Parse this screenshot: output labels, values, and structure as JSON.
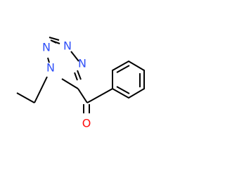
{
  "molecule": {
    "atoms": {
      "n1": "N",
      "n2": "N",
      "n3": "N",
      "n4": "N",
      "o1": "O"
    },
    "colors": {
      "bond": "#000000",
      "nitrogen": "#3050f8",
      "oxygen": "#ff0d0d"
    }
  }
}
